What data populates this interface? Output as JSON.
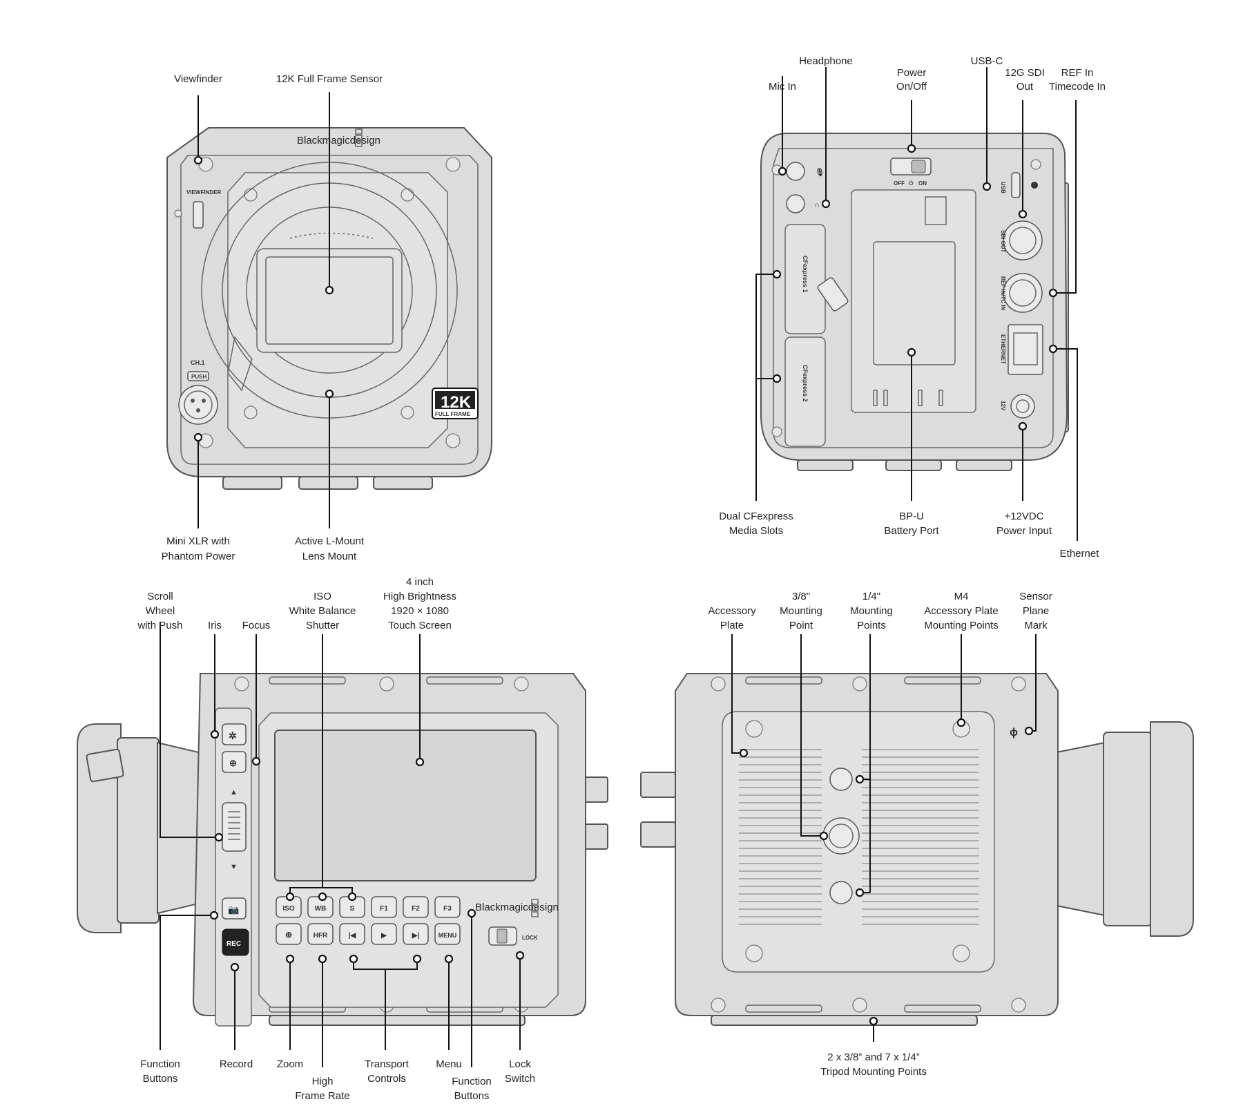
{
  "front_view": {
    "logo_text": "Blackmagicdesign",
    "viewfinder_port_label": "VIEWFINDER",
    "ch1_label": "CH.1",
    "push_label": "PUSH",
    "badge_main": "12K",
    "badge_sub": "FULL FRAME",
    "callouts": {
      "viewfinder": "Viewfinder",
      "sensor": "12K Full Frame Sensor",
      "mini_xlr_1": "Mini XLR with",
      "mini_xlr_2": "Phantom Power",
      "lens_mount_1": "Active L-Mount",
      "lens_mount_2": "Lens Mount"
    }
  },
  "rear_view": {
    "switch_off": "OFF",
    "switch_on": "ON",
    "usb_port_label": "USB",
    "sdi_out_label": "SDI OUT",
    "ref_in_label": "REF IN/TC IN",
    "ethernet_port_label": "ETHERNET",
    "power_port_label": "12V",
    "card_slot_1": "CFexpress 1",
    "card_slot_2": "CFexpress 2",
    "callouts": {
      "headphone": "Headphone",
      "mic_in": "Mic In",
      "power_1": "Power",
      "power_2": "On/Off",
      "usb_c": "USB-C",
      "sdi_1": "12G SDI",
      "sdi_2": "Out",
      "ref_1": "REF In",
      "ref_2": "Timecode In",
      "cfexpress_1": "Dual CFexpress",
      "cfexpress_2": "Media Slots",
      "battery_1": "BP-U",
      "battery_2": "Battery Port",
      "dc_1": "+12VDC",
      "dc_2": "Power Input",
      "ethernet": "Ethernet"
    }
  },
  "left_side": {
    "logo_text": "Blackmagicdesign",
    "lock_label": "LOCK",
    "rec_label": "REC",
    "buttons_row1": [
      "ISO",
      "WB",
      "S",
      "F1",
      "F2",
      "F3"
    ],
    "buttons_row2": [
      "",
      "HFR",
      "",
      "",
      "",
      "MENU"
    ],
    "callouts": {
      "scroll_1": "Scroll",
      "scroll_2": "Wheel",
      "scroll_3": "with Push",
      "iris": "Iris",
      "focus": "Focus",
      "iso_1": "ISO",
      "iso_2": "White Balance",
      "iso_3": "Shutter",
      "screen_1": "4 inch",
      "screen_2": "High Brightness",
      "screen_3": "1920 × 1080",
      "screen_4": "Touch Screen",
      "function_left_1": "Function",
      "function_left_2": "Buttons",
      "record": "Record",
      "zoom": "Zoom",
      "hfr_1": "High",
      "hfr_2": "Frame Rate",
      "transport_1": "Transport",
      "transport_2": "Controls",
      "menu": "Menu",
      "function_right_1": "Function",
      "function_right_2": "Buttons",
      "lock_1": "Lock",
      "lock_2": "Switch"
    }
  },
  "right_side": {
    "callouts": {
      "plate_1": "Accessory",
      "plate_2": "Plate",
      "m38_1": "3/8\"",
      "m38_2": "Mounting",
      "m38_3": "Point",
      "m14_1": "1/4\"",
      "m14_2": "Mounting",
      "m14_3": "Points",
      "m4_1": "M4",
      "m4_2": "Accessory Plate",
      "m4_3": "Mounting Points",
      "sensor_1": "Sensor",
      "sensor_2": "Plane",
      "sensor_3": "Mark",
      "tripod_1": "2 x 3/8” and 7 x 1/4”",
      "tripod_2": "Tripod Mounting Points"
    }
  }
}
